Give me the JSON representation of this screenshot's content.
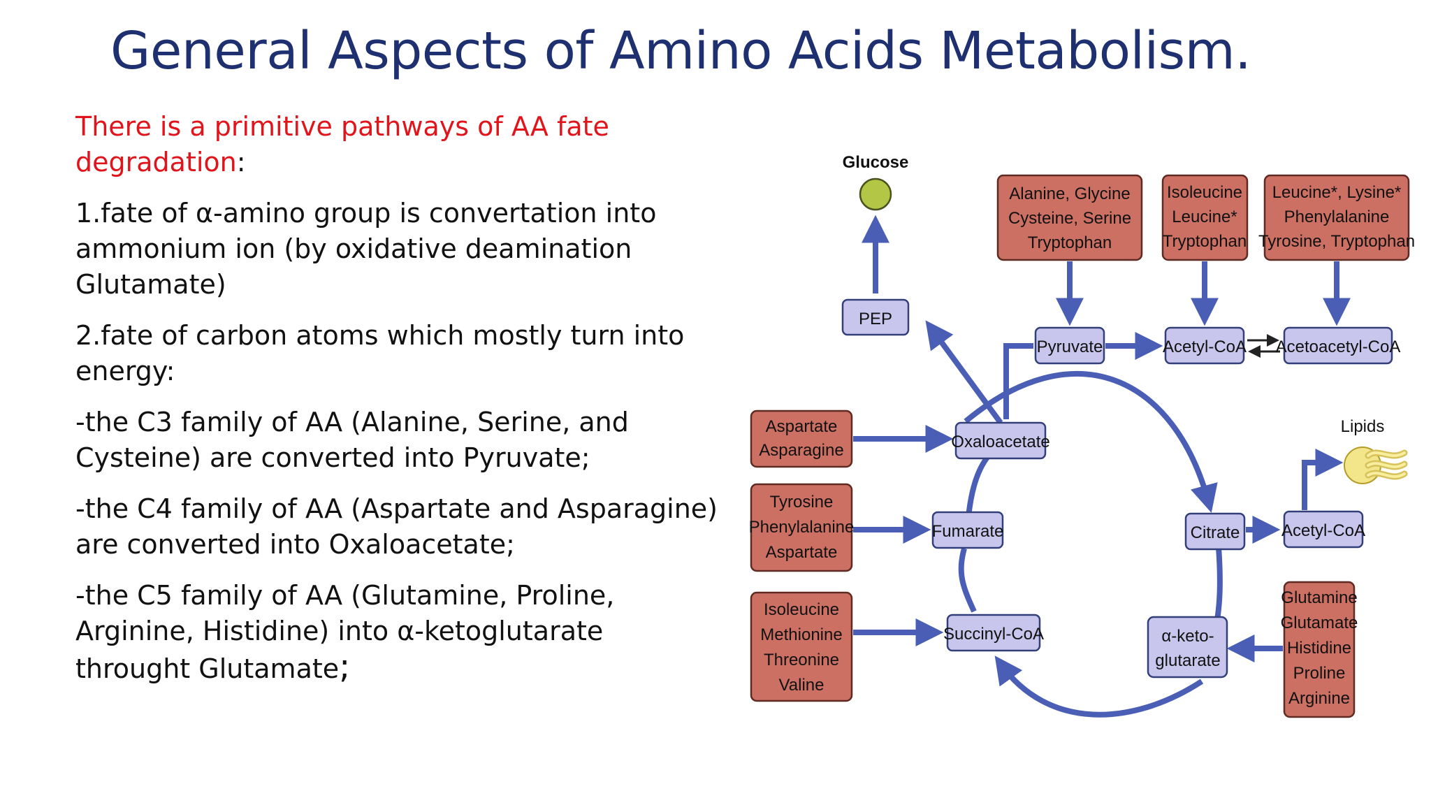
{
  "slide": {
    "title": "General Aspects of Amino Acids Metabolism.",
    "intro_red": "There is a primitive pathways of AA fate degradation",
    "intro_colon": ":",
    "point1": "1.fate of α-amino group is convertation into ammonium ion (by oxidative deamination Glutamate)",
    "point2": "2.fate of carbon atoms which mostly turn into energy:",
    "c3": "-the C3 family of AA (Alanine, Serine, and Cysteine) are converted into Pyruvate;",
    "c4": "-the C4 family of AA (Aspartate and Asparagine) are converted into Oxaloacetate;",
    "c5_text": "-the C5 family of AA (Glutamine, Proline, Arginine, Histidine) into α-ketoglutarate throught Glutamate",
    "c5_semicolon": ";"
  },
  "diagram": {
    "glucose": "Glucose",
    "lipids": "Lipids",
    "pep": "PEP",
    "pyruvate": "Pyruvate",
    "acetyl_coa": "Acetyl-CoA",
    "acetoacetyl_coa": "Acetoacetyl-CoA",
    "acetyl_coa_2": "Acetyl-CoA",
    "oxaloacetate": "Oxaloacetate",
    "fumarate": "Fumarate",
    "citrate": "Citrate",
    "succinyl_coa": "Succinyl-CoA",
    "ketoglutarate": [
      "α-keto-",
      "glutarate"
    ],
    "aa_pyruvate": [
      "Alanine, Glycine",
      "Cysteine, Serine",
      "Tryptophan"
    ],
    "aa_acetyl": [
      "Isoleucine",
      "Leucine*",
      "Tryptophan"
    ],
    "aa_acetoacetyl": [
      "Leucine*, Lysine*",
      "Phenylalanine",
      "Tyrosine, Tryptophan"
    ],
    "aa_oxaloacetate": [
      "Aspartate",
      "Asparagine"
    ],
    "aa_fumarate": [
      "Tyrosine",
      "Phenylalanine",
      "Aspartate"
    ],
    "aa_succinyl": [
      "Isoleucine",
      "Methionine",
      "Threonine",
      "Valine"
    ],
    "aa_ketoglutarate": [
      "Glutamine",
      "Glutamate",
      "Histidine",
      "Proline",
      "Arginine"
    ],
    "colors": {
      "amino_box": "#cd7064",
      "metabolite_box": "#c9c6ee",
      "arrow": "#4a5eb5",
      "glucose": "#b4c645",
      "lipids": "#f2e58a",
      "title": "#1f3070",
      "highlight": "#e0141a"
    }
  }
}
